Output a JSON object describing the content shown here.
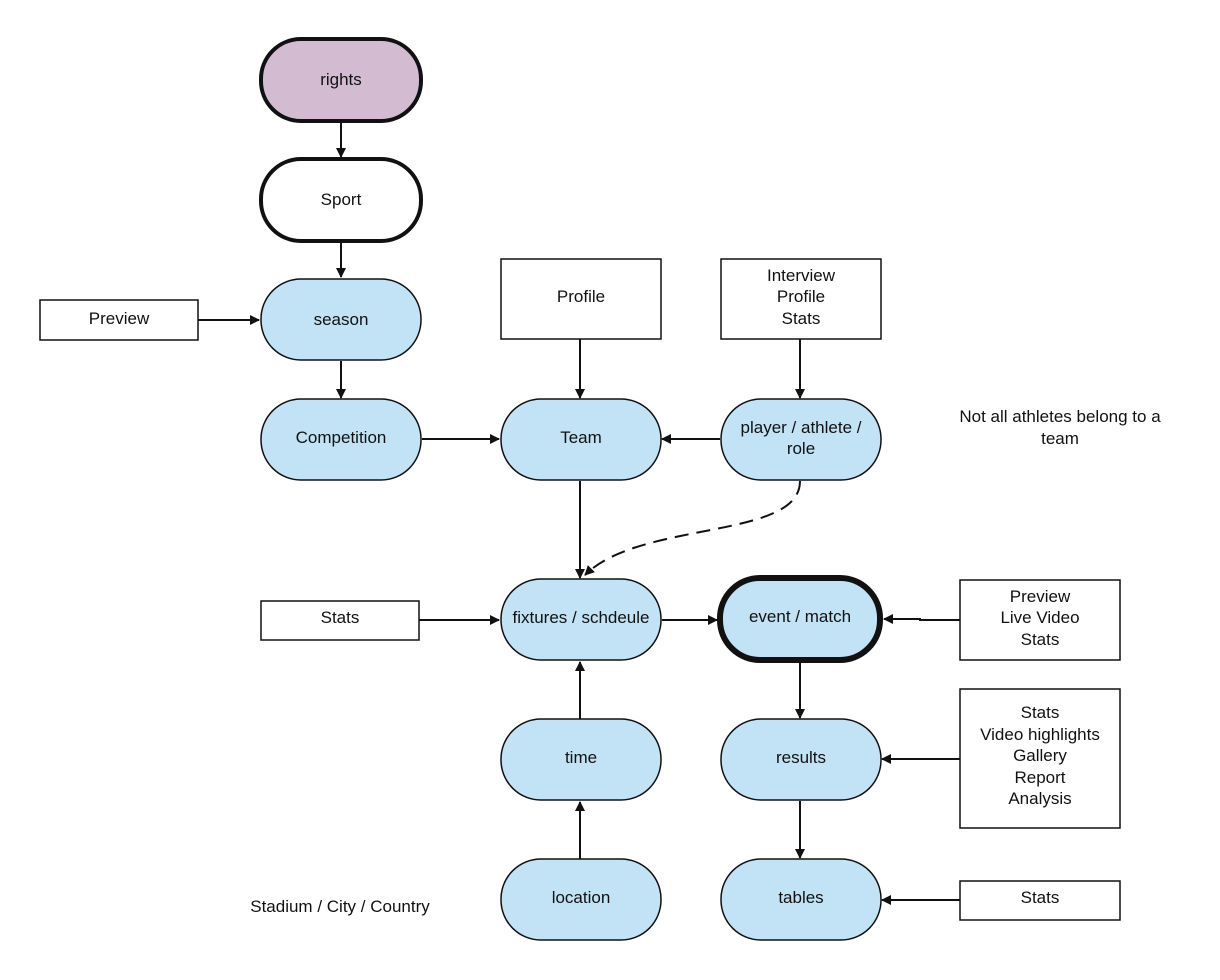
{
  "colors": {
    "node_fill": "#c2e3f5",
    "root_fill": "#d3bcd2",
    "plain_fill": "#ffffff",
    "stroke": "#111111"
  },
  "nodes": {
    "rights": "rights",
    "sport": "Sport",
    "season": "season",
    "competition": "Competition",
    "team": "Team",
    "player": "player / athlete /\nrole",
    "fixtures": "fixtures / schdeule",
    "event": "event / match",
    "time": "time",
    "location": "location",
    "results": "results",
    "tables": "tables"
  },
  "boxes": {
    "season_preview": "Preview",
    "team_profile": "Profile",
    "player_content": "Interview\nProfile\nStats",
    "fixtures_stats": "Stats",
    "event_content": "Preview\nLive Video\nStats",
    "results_content": "Stats\nVideo highlights\nGallery\nReport\nAnalysis",
    "tables_stats": "Stats"
  },
  "notes": {
    "athletes": "Not all athletes belong to a\nteam",
    "location": "Stadium / City / Country"
  }
}
